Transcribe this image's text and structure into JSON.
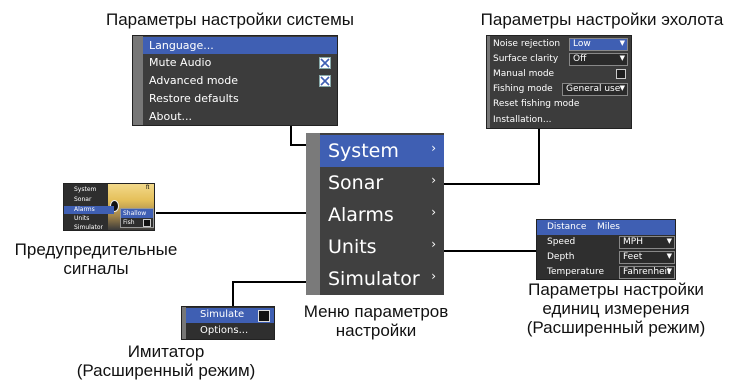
{
  "captions": {
    "system": "Параметры настройки системы",
    "sonar": "Параметры настройки эхолота",
    "alarms": "Предупредительные\nсигналы",
    "units": "Параметры настройки\nединиц измерения\n(Расширенный режим)",
    "simulator": "Имитатор\n(Расширенный режим)",
    "main_menu": "Меню параметров\nнастройки"
  },
  "main_menu": {
    "items": [
      {
        "label": "System",
        "selected": true
      },
      {
        "label": "Sonar"
      },
      {
        "label": "Alarms"
      },
      {
        "label": "Units"
      },
      {
        "label": "Simulator"
      }
    ],
    "chevron": "›"
  },
  "system_menu": {
    "items": [
      {
        "label": "Language...",
        "selected": true
      },
      {
        "label": "Mute Audio",
        "checked": true
      },
      {
        "label": "Advanced mode",
        "checked": true
      },
      {
        "label": "Restore defaults"
      },
      {
        "label": "About..."
      }
    ]
  },
  "sonar_menu": {
    "noise_rejection": {
      "label": "Noise rejection",
      "value": "Low"
    },
    "surface_clarity": {
      "label": "Surface clarity",
      "value": "Off"
    },
    "manual_mode": {
      "label": "Manual mode",
      "checked": false
    },
    "fishing_mode": {
      "label": "Fishing mode",
      "value": "General use"
    },
    "reset": "Reset fishing mode",
    "installation": "Installation..."
  },
  "alarms_menu": {
    "items": [
      "System",
      "Sonar",
      "Alarms",
      "Units",
      "Simulator"
    ],
    "submenu": {
      "shallow": "Shallow",
      "fish": "Fish"
    },
    "depth_unit": "ft"
  },
  "units_menu": {
    "distance": {
      "label": "Distance",
      "value": "Miles"
    },
    "speed": {
      "label": "Speed",
      "value": "MPH"
    },
    "depth": {
      "label": "Depth",
      "value": "Feet"
    },
    "temperature": {
      "label": "Temperature",
      "value": "Fahrenheit"
    }
  },
  "simulator_menu": {
    "simulate": "Simulate",
    "options": "Options..."
  },
  "colors": {
    "panel": "#3c3c3c",
    "selected": "#3f5fb3",
    "strip": "#777777"
  }
}
